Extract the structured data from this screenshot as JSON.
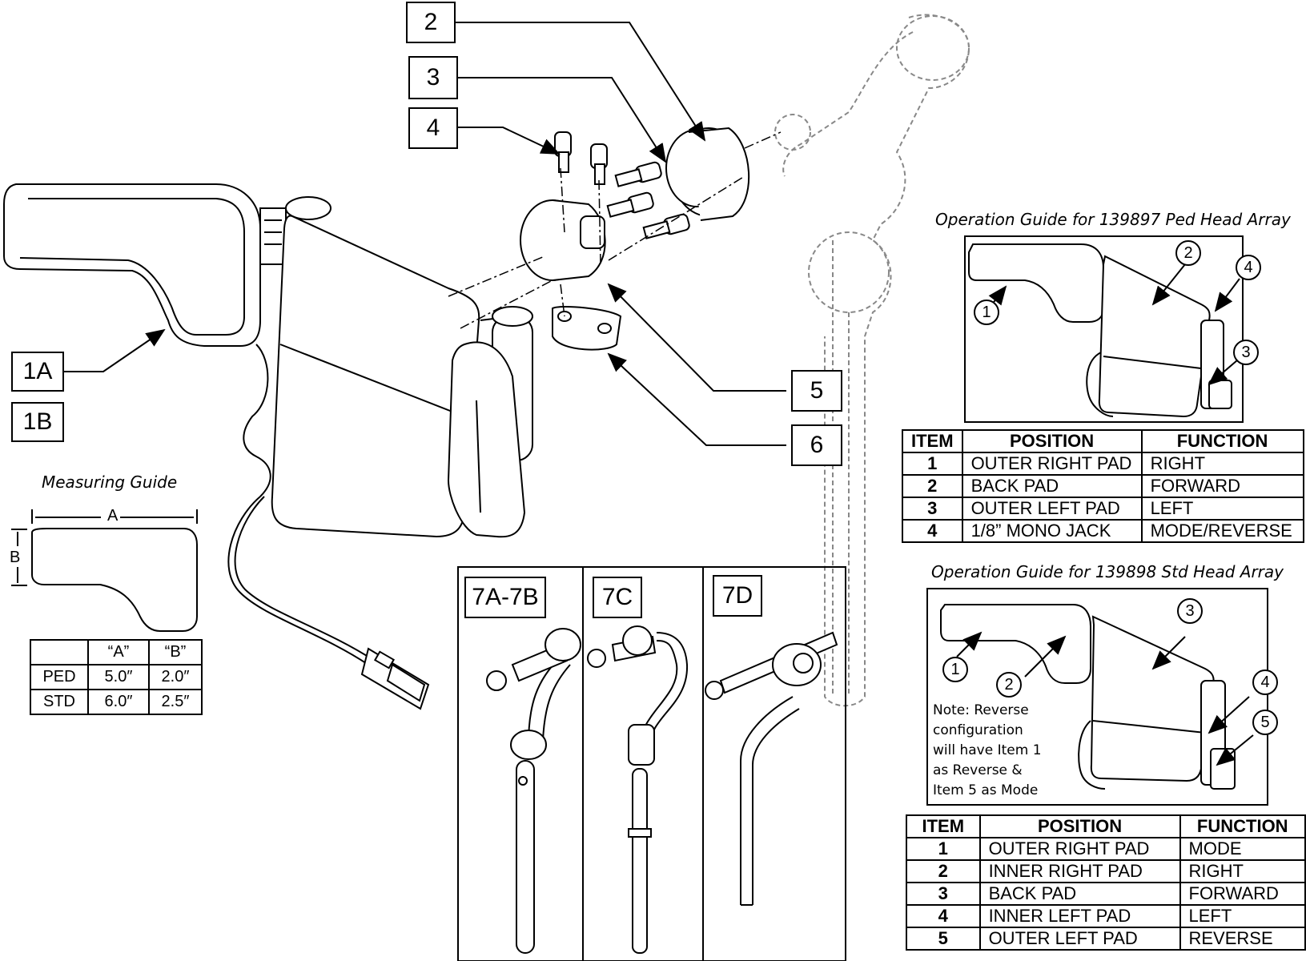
{
  "callouts": {
    "c2": "2",
    "c3": "3",
    "c4": "4",
    "c1a": "1A",
    "c1b": "1B",
    "c5": "5",
    "c6": "6"
  },
  "measuring": {
    "title": "Measuring Guide",
    "dim_a": "A",
    "dim_b": "B",
    "header": [
      "",
      "“A”",
      "“B”"
    ],
    "rows": [
      [
        "PED",
        "5.0″",
        "2.0″"
      ],
      [
        "STD",
        "6.0″",
        "2.5″"
      ]
    ]
  },
  "panels": {
    "p1": "7A-7B",
    "p2": "7C",
    "p3": "7D"
  },
  "ped_guide": {
    "title": "Operation Guide for 139897 Ped Head Array",
    "circles": [
      "1",
      "2",
      "3",
      "4"
    ],
    "headers": [
      "ITEM",
      "POSITION",
      "FUNCTION"
    ],
    "rows": [
      [
        "1",
        "OUTER RIGHT PAD",
        "RIGHT"
      ],
      [
        "2",
        "BACK PAD",
        "FORWARD"
      ],
      [
        "3",
        "OUTER LEFT PAD",
        "LEFT"
      ],
      [
        "4",
        "1/8” MONO JACK",
        "MODE/REVERSE"
      ]
    ]
  },
  "std_guide": {
    "title": "Operation Guide for 139898 Std Head Array",
    "circles": [
      "1",
      "2",
      "3",
      "4",
      "5"
    ],
    "note": "Note: Reverse\nconfiguration\nwill have Item 1\nas Reverse &\nItem 5 as Mode",
    "headers": [
      "ITEM",
      "POSITION",
      "FUNCTION"
    ],
    "rows": [
      [
        "1",
        "OUTER RIGHT PAD",
        "MODE"
      ],
      [
        "2",
        "INNER RIGHT PAD",
        "RIGHT"
      ],
      [
        "3",
        "BACK PAD",
        "FORWARD"
      ],
      [
        "4",
        "INNER LEFT PAD",
        "LEFT"
      ],
      [
        "5",
        "OUTER LEFT PAD",
        "REVERSE"
      ]
    ]
  }
}
